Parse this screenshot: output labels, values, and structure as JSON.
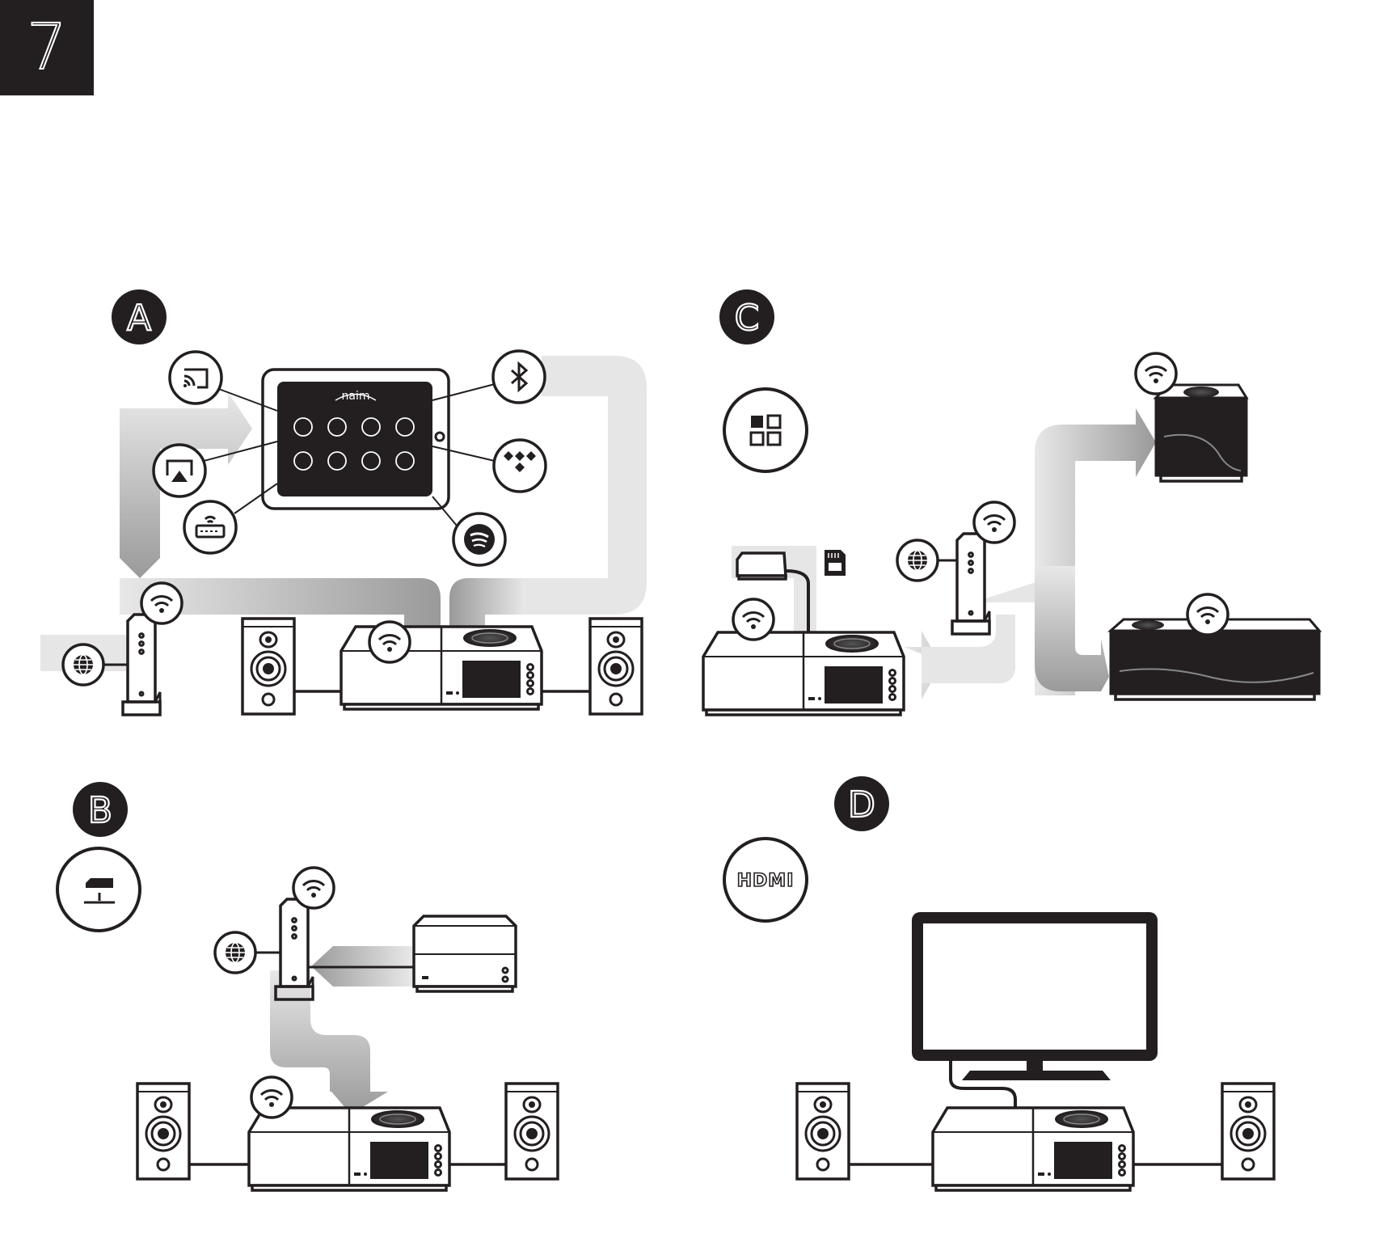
{
  "page_number": "7",
  "panels": [
    {
      "id": "A",
      "label": "A"
    },
    {
      "id": "B",
      "label": "B"
    },
    {
      "id": "C",
      "label": "C"
    },
    {
      "id": "D",
      "label": "D"
    }
  ],
  "tablet_brand": "naim",
  "hdmi_label": "HDMI",
  "icons": {
    "cast": "chromecast-icon",
    "airplay": "airplay-icon",
    "router": "router-icon",
    "bluetooth": "bluetooth-icon",
    "tidal": "tidal-icon",
    "spotify": "spotify-icon",
    "wifi": "wifi-icon",
    "globe": "globe-icon",
    "multiroom": "multiroom-icon",
    "nas": "nas-icon"
  },
  "colors": {
    "ink": "#231f20",
    "flow_light": "#e6e6e6",
    "flow_dark": "#9a9a9a"
  }
}
